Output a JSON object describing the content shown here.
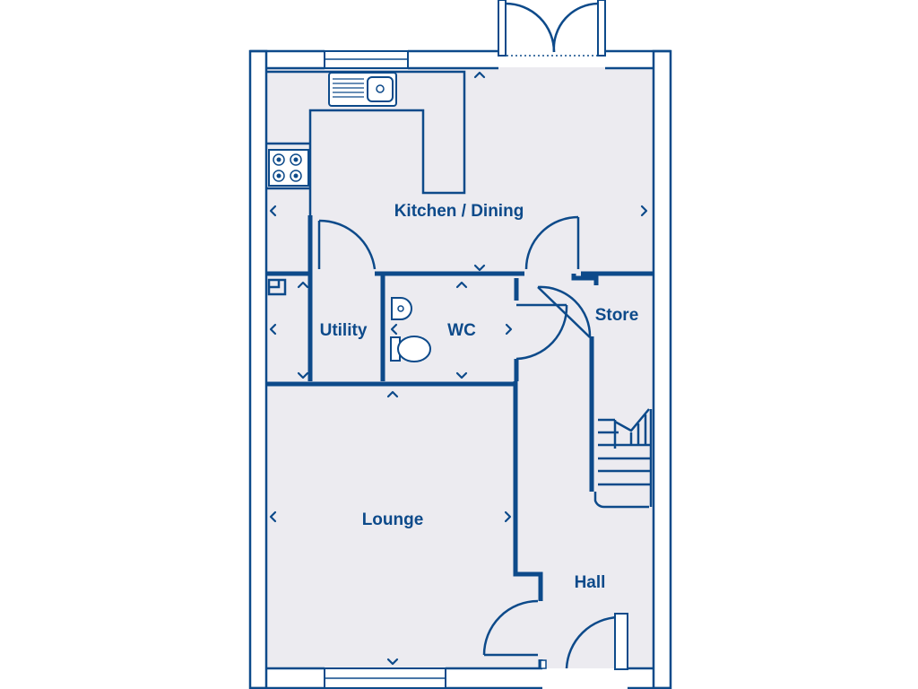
{
  "plan": {
    "colors": {
      "wall": "#0d4a8a",
      "floor": "#ecebf0",
      "background": "#ffffff"
    },
    "rooms": {
      "kitchen_dining": "Kitchen / Dining",
      "utility": "Utility",
      "wc": "WC",
      "store": "Store",
      "lounge": "Lounge",
      "hall": "Hall"
    },
    "icons": [
      "sink-icon",
      "hob-icon",
      "toilet-icon",
      "basin-icon",
      "staircase-icon",
      "dimension-arrow-icon"
    ]
  }
}
